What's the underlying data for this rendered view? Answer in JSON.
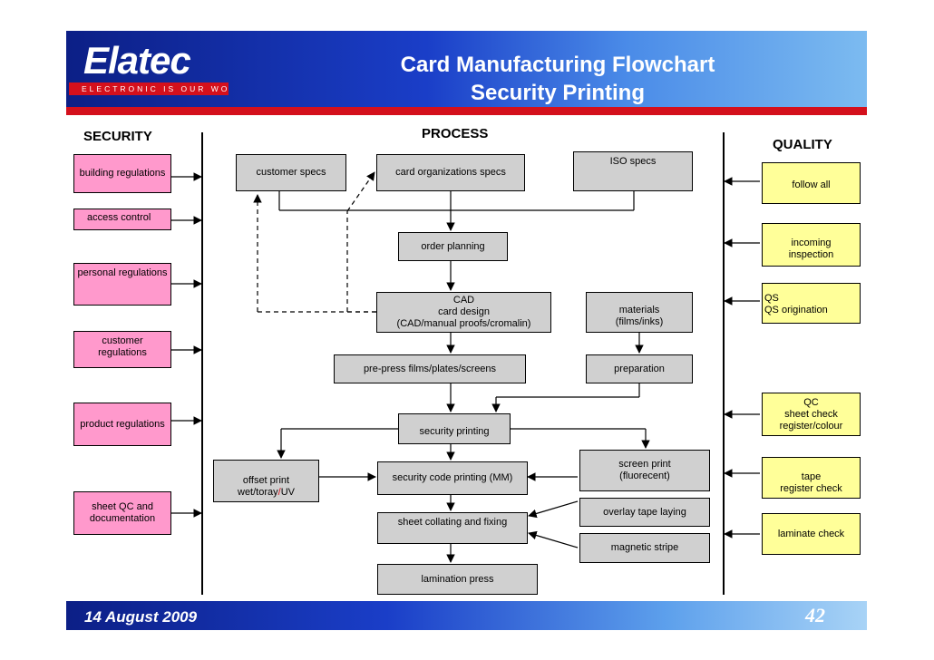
{
  "header": {
    "logo": "Elatec",
    "logo_tagline": "ELECTRONIC IS OUR WORLD",
    "title_line1": "Card Manufacturing Flowchart",
    "title_line2": "Security Printing"
  },
  "columns": {
    "security": "SECURITY",
    "process": "PROCESS",
    "quality": "QUALITY"
  },
  "security_items": [
    "building regulations",
    "access control",
    "personal regulations",
    "customer regulations",
    "product regulations",
    "sheet QC and documentation"
  ],
  "process": {
    "customer_specs": "customer specs",
    "card_org_specs": "card organizations specs",
    "iso_specs": "ISO specs",
    "order_planning": "order planning",
    "cad_line1": "CAD",
    "cad_line2": "card design",
    "cad_line3": "(CAD/manual proofs/cromalin)",
    "materials_line1": "materials",
    "materials_line2": "(films/inks)",
    "prepress": "pre-press films/plates/screens",
    "preparation": "preparation",
    "security_printing": "security printing",
    "offset_line1": "offset print",
    "offset_line2_a": "wet/toray",
    "offset_line2_sep": "/",
    "offset_line2_b": "UV",
    "security_code": "security code printing (MM)",
    "screen_line1": "screen print",
    "screen_line2": "(fluorecent)",
    "overlay_tape": "overlay tape laying",
    "sheet_collating": "sheet collating and fixing",
    "magnetic_stripe": "magnetic stripe",
    "lamination_press": "lamination press"
  },
  "quality_items": {
    "follow_all": "follow all",
    "incoming_line1": "incoming",
    "incoming_line2": "inspection",
    "qs_line1": "QS",
    "qs_line2": "QS origination",
    "qc_line1": "QC",
    "qc_line2": "sheet check",
    "qc_line3": "register/colour",
    "tape_line1": "tape",
    "tape_line2": "register check",
    "laminate_check": "laminate check"
  },
  "footer": {
    "date": "14 August 2009",
    "page": "42"
  },
  "colors": {
    "header_blue": "#0c1f86",
    "accent_red": "#d4101c",
    "security_pink": "#ff99cc",
    "process_grey": "#d0d0d0",
    "quality_yellow": "#ffff99"
  }
}
